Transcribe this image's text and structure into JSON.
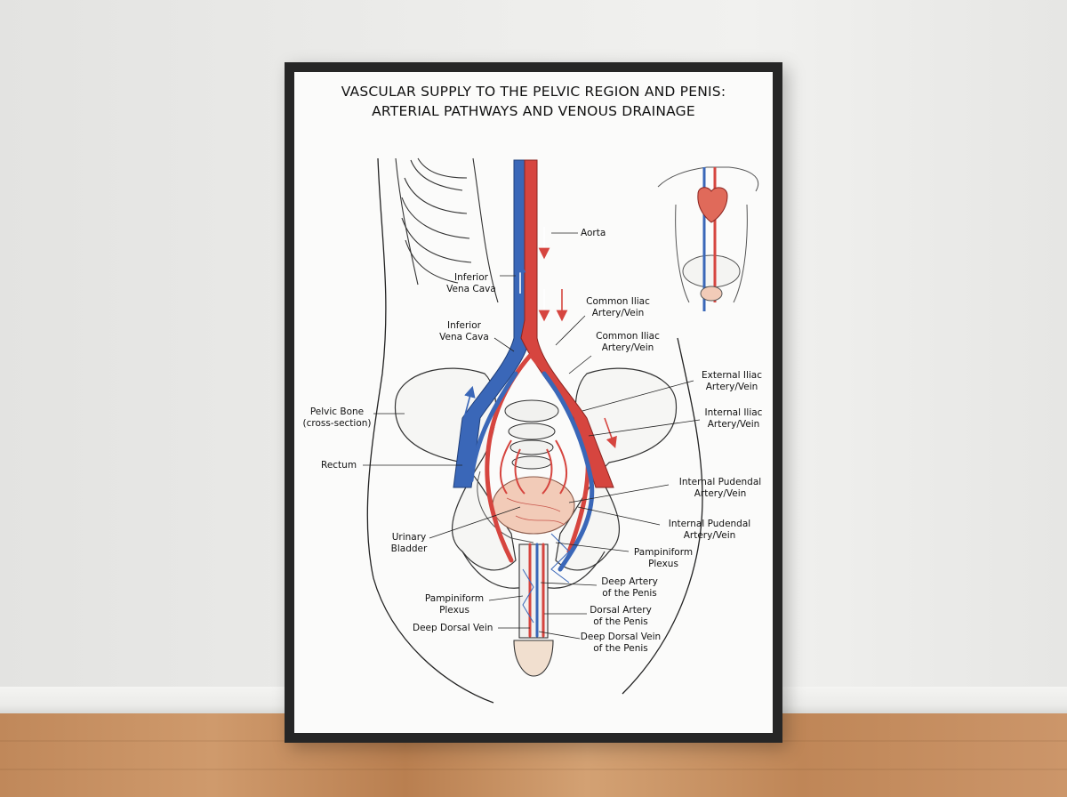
{
  "poster": {
    "title_line1": "VASCULAR SUPPLY TO THE PELVIC REGION AND PENIS:",
    "title_line2": "ARTERIAL PATHWAYS AND VENOUS DRAINAGE"
  },
  "labels": {
    "aorta": "Aorta",
    "inferior_vena_cava_1": "Inferior\nVena Cava",
    "inferior_vena_cava_2": "Inferior\nVena Cava",
    "common_iliac_1": "Common Iliac\nArtery/Vein",
    "common_iliac_2": "Common Iliac\nArtery/Vein",
    "external_iliac": "External Iliac\nArtery/Vein",
    "internal_iliac": "Internal Iliac\nArtery/Vein",
    "pelvic_bone": "Pelvic Bone\n(cross-section)",
    "rectum": "Rectum",
    "internal_pudendal_1": "Internal Pudendal\nArtery/Vein",
    "internal_pudendal_2": "Internal Pudendal\nArtery/Vein",
    "urinary_bladder": "Urinary\nBladder",
    "pampiniform_plexus_1": "Pampiniform\nPlexus",
    "pampiniform_plexus_2": "Pampiniform\nPlexus",
    "deep_artery": "Deep Artery\nof the Penis",
    "dorsal_artery": "Dorsal Artery\nof the Penis",
    "deep_dorsal_vein": "Deep Dorsal Vein",
    "deep_dorsal_vein_penis": "Deep Dorsal Vein\nof the Penis"
  },
  "colors": {
    "artery": "#d6453f",
    "vein": "#3a67b8",
    "bladder": "#f2cbb8",
    "frame": "#262626"
  }
}
